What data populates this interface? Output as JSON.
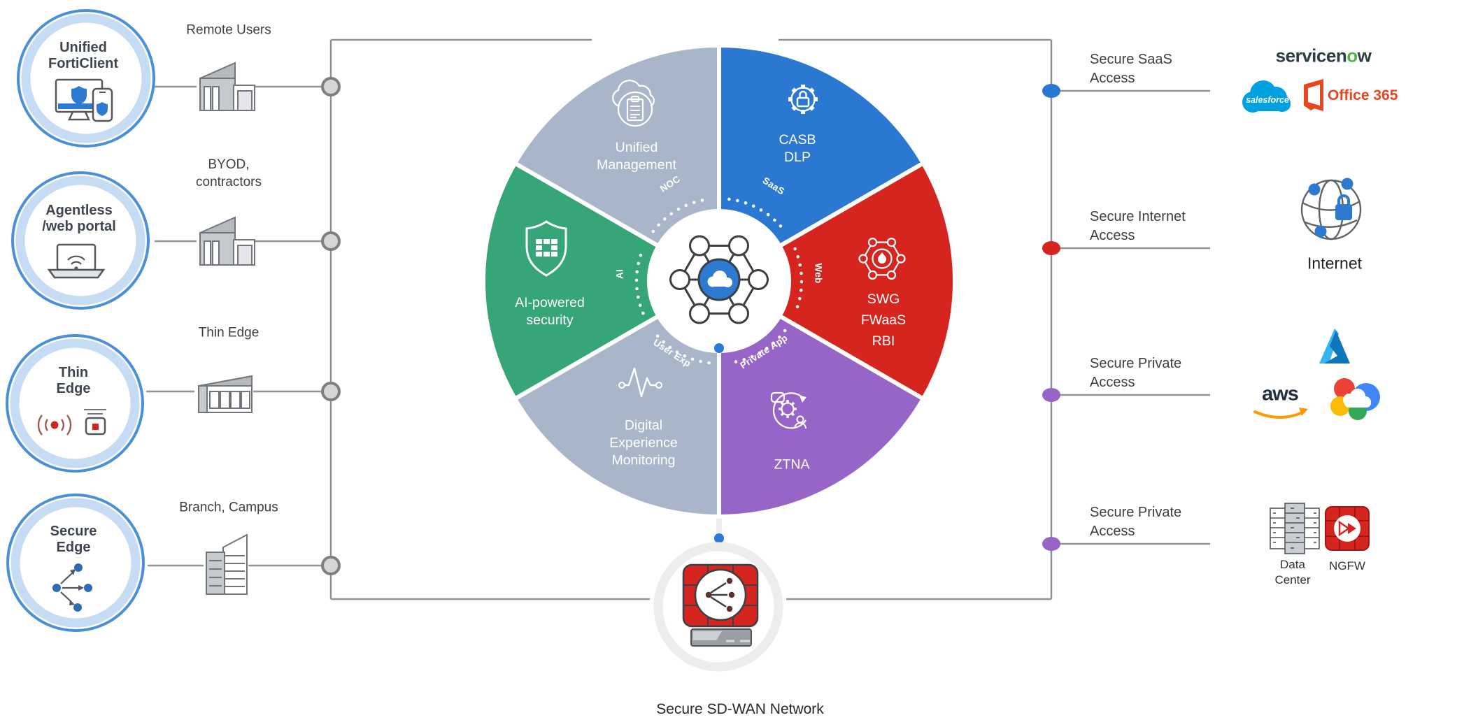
{
  "left_sources": [
    {
      "circle_line1": "Unified",
      "circle_line2": "FortiClient",
      "label_line1": "Remote Users",
      "label_line2": "",
      "icon": "forticlient-endpoint-icon",
      "building": "warehouse-building-icon"
    },
    {
      "circle_line1": "Agentless",
      "circle_line2": "/web portal",
      "label_line1": "BYOD,",
      "label_line2": "contractors",
      "icon": "laptop-wifi-icon",
      "building": "warehouse-building-icon"
    },
    {
      "circle_line1": "Thin",
      "circle_line2": "Edge",
      "label_line1": "Thin Edge",
      "label_line2": "",
      "icon": "wireless-ap-icon",
      "building": "storefront-building-icon"
    },
    {
      "circle_line1": "Secure",
      "circle_line2": "Edge",
      "label_line1": "Branch, Campus",
      "label_line2": "",
      "icon": "branch-nodes-icon",
      "building": "office-building-icon"
    }
  ],
  "hub": {
    "center_icon": "sase-cloud-network-icon",
    "segments": [
      {
        "line1": "Unified",
        "line2": "Management",
        "inner_label": "NOC",
        "color": "#a9b6c9",
        "icon": "cloud-clipboard-icon"
      },
      {
        "line1": "CASB",
        "line2": "DLP",
        "inner_label": "SaaS",
        "color": "#2b78d2",
        "icon": "gear-lock-icon"
      },
      {
        "line1": "SWG",
        "line2": "FWaaS",
        "line3": "RBI",
        "inner_label": "Web",
        "color": "#d6241f",
        "icon": "network-flame-icon"
      },
      {
        "line1": "ZTNA",
        "inner_label": "Private App",
        "color": "#9765c8",
        "icon": "ztna-user-gear-icon"
      },
      {
        "line1": "Digital",
        "line2": "Experience",
        "line3": "Monitoring",
        "inner_label": "User Exp",
        "color": "#a9b6c9",
        "icon": "pulse-monitor-icon"
      },
      {
        "line1": "AI-powered",
        "line2": "security",
        "inner_label": "AI",
        "color": "#36a577",
        "icon": "shield-grid-icon"
      }
    ]
  },
  "sdwan": {
    "label": "Secure SD-WAN Network",
    "icon": "fortigate-firewall-icon"
  },
  "right_destinations": [
    {
      "line1": "Secure SaaS",
      "line2": "Access",
      "dot_color": "#2b78d2"
    },
    {
      "line1": "Secure Internet",
      "line2": "Access",
      "dot_color": "#d6241f"
    },
    {
      "line1": "Secure Private",
      "line2": "Access",
      "dot_color": "#9765c8"
    },
    {
      "line1": "Secure Private",
      "line2": "Access",
      "dot_color": "#9765c8"
    }
  ],
  "logos": {
    "servicenow_pre": "servicen",
    "servicenow_o": "o",
    "servicenow_post": "w",
    "salesforce": "salesforce",
    "office365": "Office 365",
    "internet_label": "Internet",
    "aws": "aws",
    "datacenter_line1": "Data",
    "datacenter_line2": "Center",
    "ngfw": "NGFW"
  },
  "colors": {
    "segment_gray": "#a9b6c9",
    "segment_blue": "#2b78d2",
    "segment_red": "#d6241f",
    "segment_purple": "#9765c8",
    "segment_green": "#36a577",
    "ring_blue": "#4a90d8",
    "ring_light_blue": "#c5dcf4",
    "frame_gray": "#909498",
    "node_blue": "#2979d9",
    "salesforce_blue": "#00a1e0",
    "office_orange": "#e8461f",
    "aws_orange": "#ff9900",
    "servicenow_green": "#55b648"
  }
}
